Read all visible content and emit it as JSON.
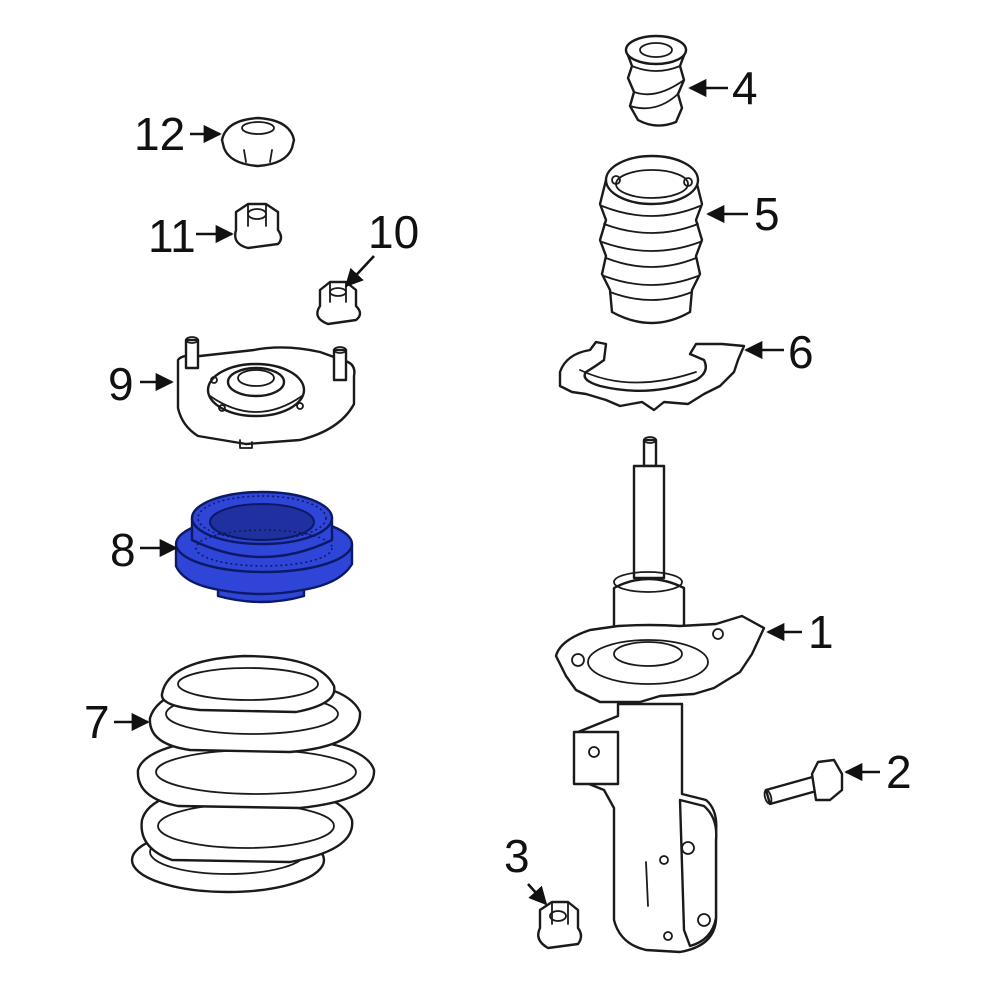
{
  "highlight_color": "#2f45d8",
  "callouts": [
    {
      "id": "1",
      "label": "1",
      "part": "strut-assembly"
    },
    {
      "id": "2",
      "label": "2",
      "part": "bolt"
    },
    {
      "id": "3",
      "label": "3",
      "part": "nut"
    },
    {
      "id": "4",
      "label": "4",
      "part": "bump-stop"
    },
    {
      "id": "5",
      "label": "5",
      "part": "dust-boot"
    },
    {
      "id": "6",
      "label": "6",
      "part": "spring-insulator"
    },
    {
      "id": "7",
      "label": "7",
      "part": "coil-spring"
    },
    {
      "id": "8",
      "label": "8",
      "part": "strut-bearing",
      "highlighted": true
    },
    {
      "id": "9",
      "label": "9",
      "part": "strut-mount"
    },
    {
      "id": "10",
      "label": "10",
      "part": "nut"
    },
    {
      "id": "11",
      "label": "11",
      "part": "nut"
    },
    {
      "id": "12",
      "label": "12",
      "part": "cap"
    }
  ]
}
